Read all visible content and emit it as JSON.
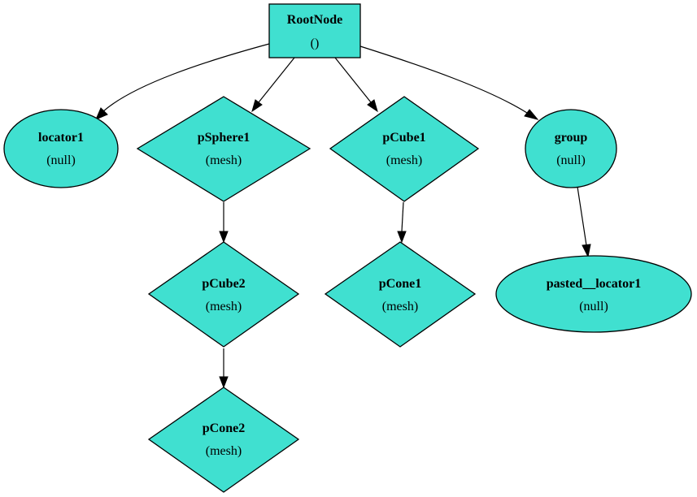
{
  "colors": {
    "node_fill": "#40e0d0",
    "stroke": "#000000",
    "background": "#ffffff"
  },
  "nodes": [
    {
      "id": "root",
      "name": "RootNode",
      "type": "()",
      "shape": "box"
    },
    {
      "id": "locator1",
      "name": "locator1",
      "type": "(null)",
      "shape": "ellipse"
    },
    {
      "id": "psphere1",
      "name": "pSphere1",
      "type": "(mesh)",
      "shape": "diamond"
    },
    {
      "id": "pcube1",
      "name": "pCube1",
      "type": "(mesh)",
      "shape": "diamond"
    },
    {
      "id": "group",
      "name": "group",
      "type": "(null)",
      "shape": "ellipse"
    },
    {
      "id": "pcube2",
      "name": "pCube2",
      "type": "(mesh)",
      "shape": "diamond"
    },
    {
      "id": "pcone1",
      "name": "pCone1",
      "type": "(mesh)",
      "shape": "diamond"
    },
    {
      "id": "pasted_locator1",
      "name": "pasted__locator1",
      "type": "(null)",
      "shape": "ellipse"
    },
    {
      "id": "pcone2",
      "name": "pCone2",
      "type": "(mesh)",
      "shape": "diamond"
    }
  ],
  "edges": [
    {
      "from": "root",
      "to": "locator1"
    },
    {
      "from": "root",
      "to": "psphere1"
    },
    {
      "from": "root",
      "to": "pcube1"
    },
    {
      "from": "root",
      "to": "group"
    },
    {
      "from": "psphere1",
      "to": "pcube2"
    },
    {
      "from": "pcube1",
      "to": "pcone1"
    },
    {
      "from": "group",
      "to": "pasted_locator1"
    },
    {
      "from": "pcube2",
      "to": "pcone2"
    }
  ]
}
